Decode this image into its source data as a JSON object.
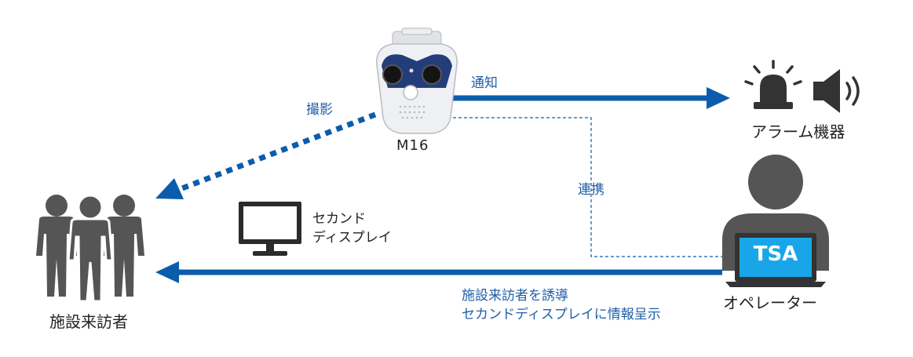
{
  "labels": {
    "camera": "M16",
    "capture": "撮影",
    "notify": "通知",
    "alarm": "アラーム機器",
    "link": "連携",
    "secondDisplayLine1": "セカンド",
    "secondDisplayLine2": "ディスプレイ",
    "operator": "オペレーター",
    "visitors": "施設来訪者",
    "guideLine1": "施設来訪者を誘導",
    "guideLine2": "セカンドディスプレイに情報呈示",
    "laptopText": "TSA"
  },
  "colors": {
    "arrow": "#0b5cad",
    "figure": "#555555",
    "laptopScreen": "#19a6e8",
    "labelBlue": "#1f5fa8"
  },
  "icons": [
    "camera-icon",
    "siren-icon",
    "speaker-icon",
    "monitor-icon",
    "people-icon",
    "operator-icon",
    "laptop-icon"
  ]
}
